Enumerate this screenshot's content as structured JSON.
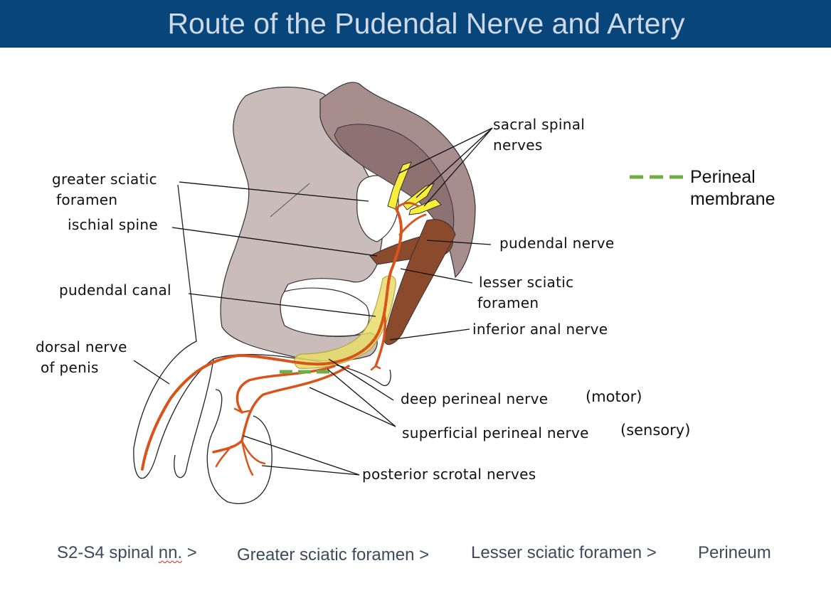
{
  "title": "Route of the Pudendal Nerve and Artery",
  "labels": {
    "sacral_spinal_nerves": [
      "sacral spinal",
      "nerves"
    ],
    "greater_sciatic_foramen": [
      "greater sciatic",
      "foramen"
    ],
    "ischial_spine": "ischial spine",
    "pudendal_nerve": "pudendal nerve",
    "lesser_sciatic_foramen": [
      "lesser sciatic",
      "foramen"
    ],
    "pudendal_canal": "pudendal canal",
    "inferior_anal_nerve": "inferior anal nerve",
    "dorsal_nerve_of_penis": [
      "dorsal nerve",
      "of penis"
    ],
    "deep_perineal_nerve": "deep perineal nerve",
    "motor": "(motor)",
    "superficial_perineal_nerve": "superficial perineal nerve",
    "sensory": "(sensory)",
    "posterior_scrotal_nerves": "posterior scrotal nerves"
  },
  "legend": {
    "line1": "Perineal",
    "line2": "membrane",
    "color": "#70ad47"
  },
  "footer": {
    "part1_a": "S2-S4 spinal ",
    "part1_b": "nn.",
    "part1_c": " >",
    "part2": "Greater sciatic foramen >",
    "part3": "Lesser sciatic foramen >",
    "part4": "Perineum"
  },
  "colors": {
    "header": "#08457a",
    "bone_light": "#c9bcbb",
    "bone_dark": "#8e7171",
    "ligament": "#8b4a2c",
    "nerve": "#f26522",
    "sacral_nerve": "#f7ef3a",
    "canal": "#e8dc6a"
  }
}
